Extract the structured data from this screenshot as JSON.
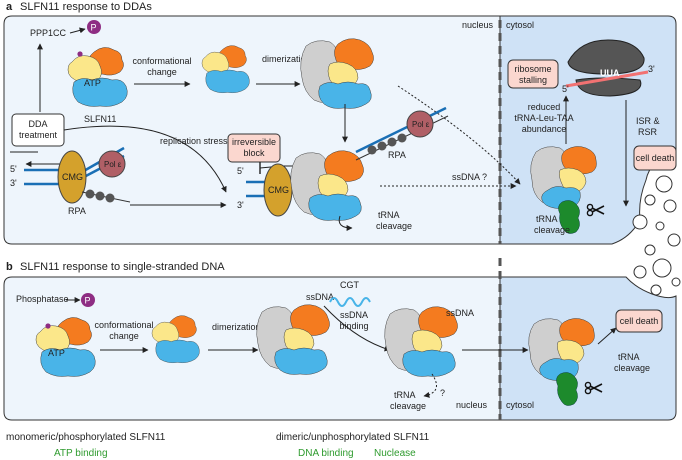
{
  "panel_a": {
    "letter": "a",
    "title": "SLFN11 response to DDAs",
    "ppp1cc": "PPP1CC",
    "phospho": "P",
    "atp": "ATP",
    "slfn11": "SLFN11",
    "conformational": [
      "conformational",
      "change"
    ],
    "dimerization": "dimerization",
    "dda_treatment": [
      "DDA",
      "treatment"
    ],
    "replication_stress": "replication stress",
    "irreversible_block": [
      "irreversible",
      "block"
    ],
    "pol_e": "Pol ε",
    "rpa": "RPA",
    "cmg": "CMG",
    "five_prime": "5'",
    "three_prime": "3'",
    "trna_cleavage": [
      "tRNA",
      "cleavage"
    ],
    "ssdna_q": "ssDNA ?",
    "nucleus": "nucleus",
    "cytosol": "cytosol",
    "ribosome_stalling": [
      "ribosome",
      "stalling"
    ],
    "uua": "UUA",
    "reduced_trna": [
      "reduced",
      "tRNA-Leu-TAA",
      "abundance"
    ],
    "isr_rsr": [
      "ISR &",
      "RSR"
    ],
    "cell_death": [
      "cell death"
    ]
  },
  "panel_b": {
    "letter": "b",
    "title": "SLFN11 response to single-stranded DNA",
    "phosphatase": "Phosphatase",
    "phospho": "P",
    "atp": "ATP",
    "conformational": [
      "conformational",
      "change"
    ],
    "dimerization": "dimerization",
    "ssdna": "ssDNA",
    "cgt": "CGT",
    "ssdna_binding": [
      "ssDNA",
      "binding"
    ],
    "ssdna2": "ssDNA",
    "trna_cleavage": [
      "tRNA",
      "cleavage"
    ],
    "question": "?",
    "nucleus": "nucleus",
    "cytosol": "cytosol",
    "cell_death": "cell death",
    "trna_cleavage_right": [
      "tRNA",
      "cleavage"
    ]
  },
  "footer": {
    "mono": "monomeric/phosphorylated SLFN11",
    "mono_sub": "ATP binding",
    "dimer": "dimeric/unphosphorylated SLFN11",
    "dimer_sub1": "DNA binding",
    "dimer_sub2": "Nuclease"
  },
  "colors": {
    "orange": "#f47b1f",
    "yellow": "#fbe78a",
    "blue": "#49b4e8",
    "grey": "#cfcfcf",
    "green": "#1d8a2c",
    "cmg": "#d4a12c",
    "pol": "#b05f66",
    "pink_box": "#fbd7cf",
    "nucleus_bg": "#eef5fc",
    "cytosol_bg": "#cfe2f6",
    "footer_green": "#2f9b2f"
  }
}
